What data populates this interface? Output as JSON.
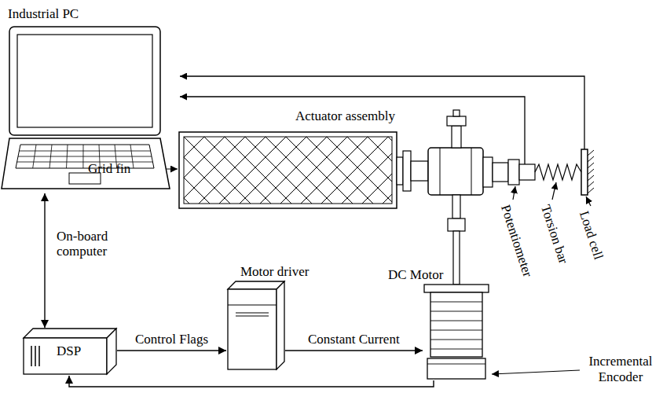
{
  "diagram": {
    "nodes": [
      {
        "text": [
          "Industrial PC"
        ]
      },
      {
        "text": [
          "On-board computer",
          "DSP"
        ]
      },
      {
        "text": [
          "Motor driver"
        ]
      },
      {
        "text": [
          "DC Motor"
        ]
      }
    ],
    "edges": [
      {
        "from": 0,
        "to": 1,
        "arrow": "both"
      },
      {
        "from": 1,
        "to": 2,
        "label": "Control Flags",
        "arrow": "to"
      },
      {
        "from": 2,
        "to": 3,
        "label": "Constant Current",
        "arrow": "to"
      },
      {
        "from": 3,
        "to": 1,
        "arrow": "to"
      }
    ],
    "labels": [
      "Actuator assembly",
      "Grid fin",
      "Potentiometer",
      "Torsion bar",
      "Load cell",
      "Incremental Encoder"
    ]
  }
}
